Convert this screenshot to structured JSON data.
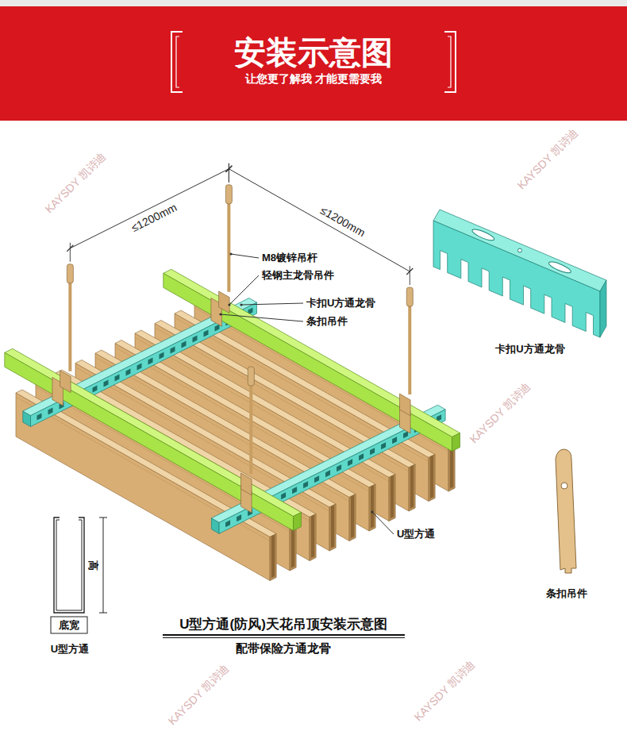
{
  "diagram": {
    "title": "安装示意图",
    "caption": "U型方通(防风)天花吊顶安装示意图",
    "labels": [
      "让您更了解我 才能更需要我",
      "≤1200mm",
      "≤1200mm",
      "M8镀锌吊杆",
      "轻钢主龙骨吊件",
      "卡扣U方通龙骨",
      "条扣吊件",
      "U型方通",
      "卡扣U方通龙骨",
      "条扣吊件",
      "高",
      "底宽",
      "U型方通",
      "配带保险方通龙骨",
      "KAYSDY 凯诗迪",
      "KAYSDY 凯诗迪",
      "KAYSDY 凯诗迪",
      "KAYSDY 凯诗迪",
      "KAYSDY 凯诗迪"
    ]
  }
}
